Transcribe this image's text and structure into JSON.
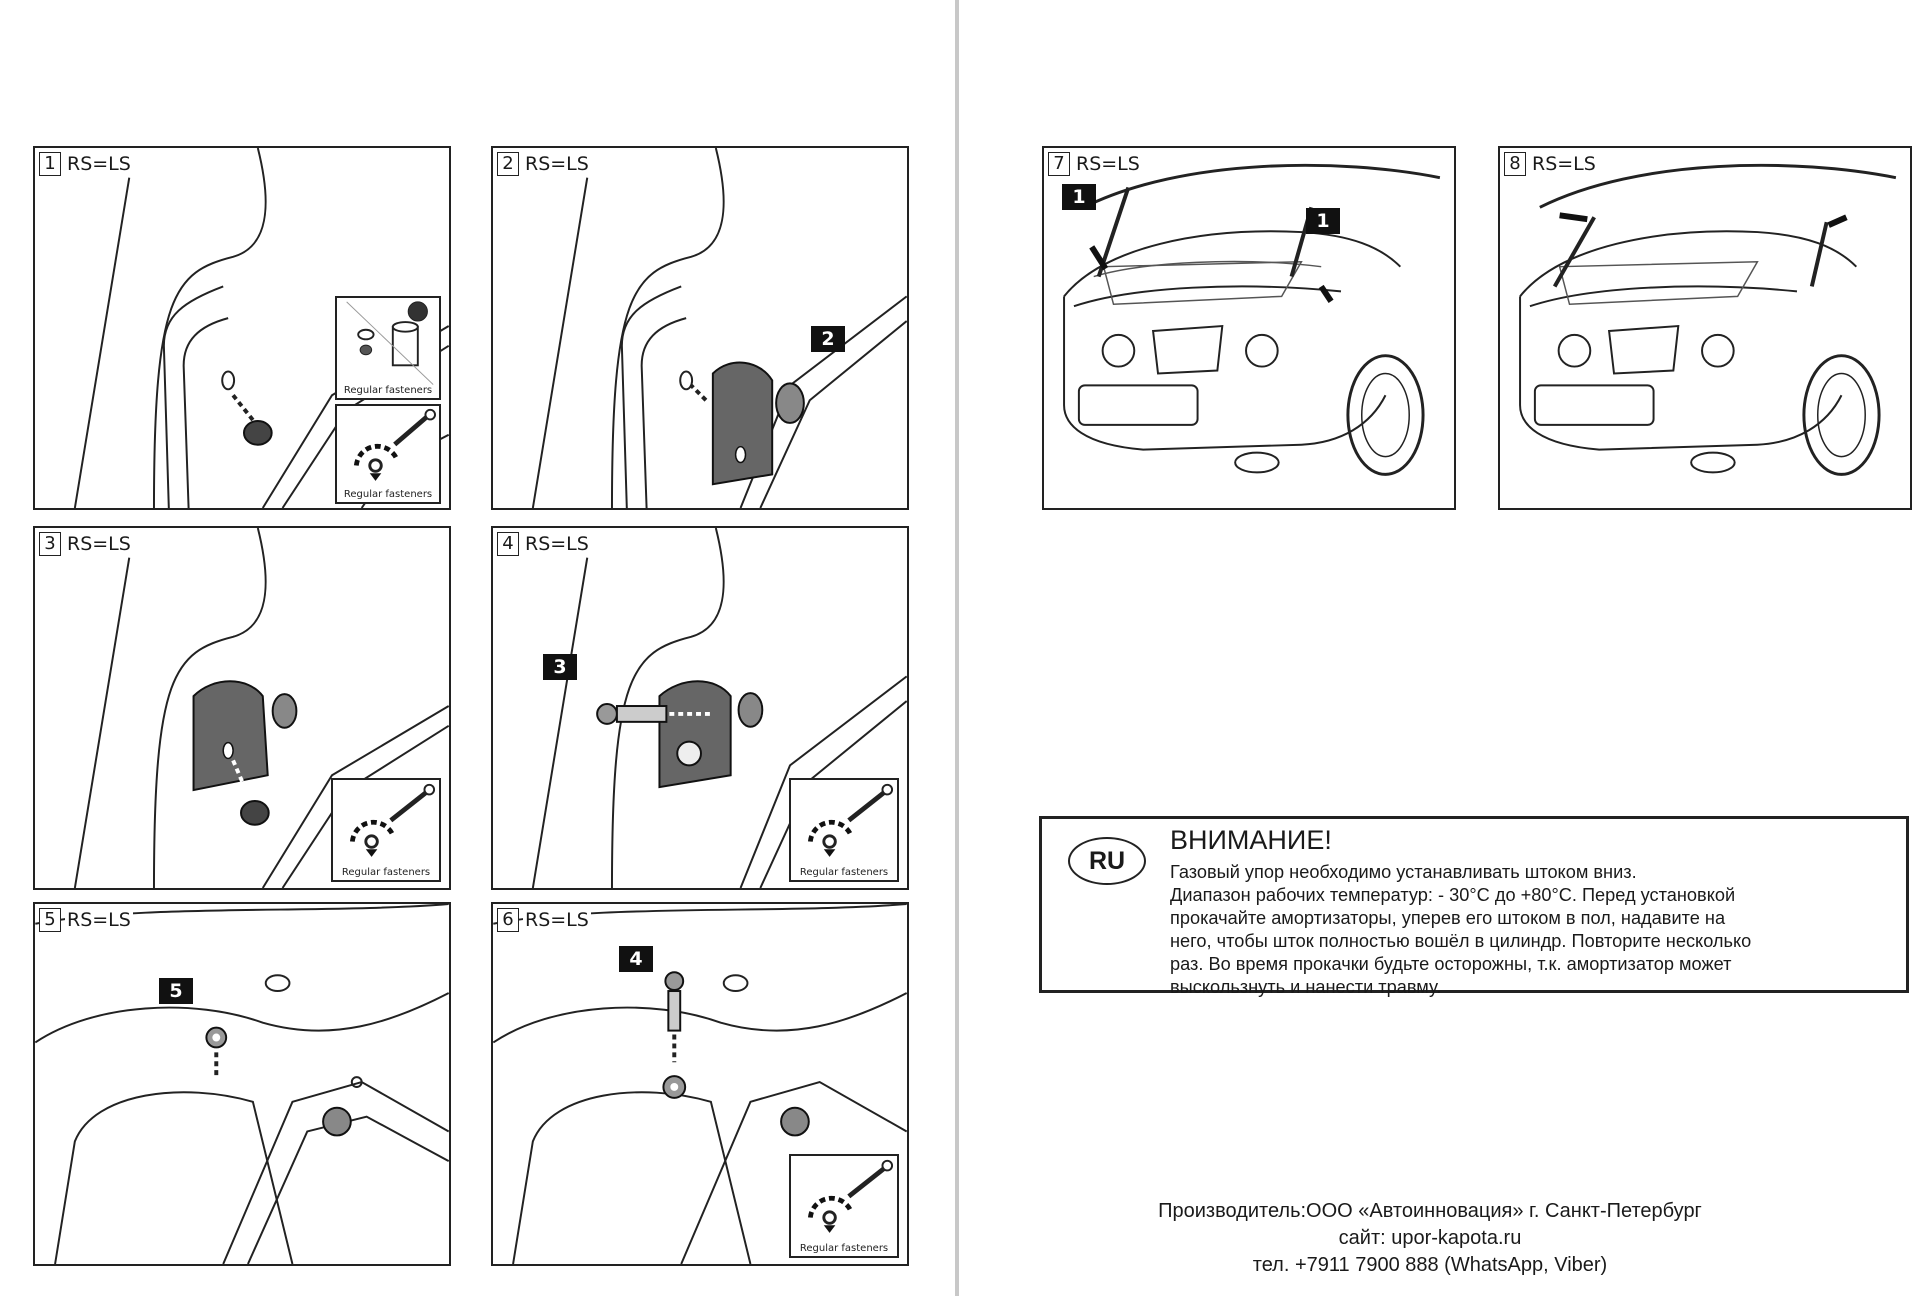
{
  "steps": [
    {
      "num": "1",
      "rs": "RS=LS",
      "insets": [
        "Regular fasteners",
        "Regular fasteners"
      ]
    },
    {
      "num": "2",
      "rs": "RS=LS",
      "callout": "2"
    },
    {
      "num": "3",
      "rs": "RS=LS",
      "insets": [
        "Regular fasteners"
      ]
    },
    {
      "num": "4",
      "rs": "RS=LS",
      "callout": "3",
      "insets": [
        "Regular fasteners"
      ]
    },
    {
      "num": "5",
      "rs": "RS=LS",
      "callout": "5"
    },
    {
      "num": "6",
      "rs": "RS=LS",
      "callout": "4",
      "insets": [
        "Regular fasteners"
      ]
    },
    {
      "num": "7",
      "rs": "RS=LS",
      "callouts": [
        "1",
        "1"
      ]
    },
    {
      "num": "8",
      "rs": "RS=LS"
    }
  ],
  "warning": {
    "badge": "RU",
    "title": "ВНИМАНИЕ!",
    "lines": [
      "Газовый упор необходимо устанавливать штоком вниз.",
      "Диапазон рабочих температур: - 30°С до +80°С. Перед установкой",
      "прокачайте амортизаторы, уперев его штоком в пол,   надавите на",
      "него, чтобы шток полностью вошёл в цилиндр. Повторите несколько",
      "раз. Во время прокачки будьте осторожны, т.к. амортизатор может",
      "выскользнуть и нанести травму."
    ]
  },
  "footer": {
    "line1": "Производитель:ООО «Автоинновация» г. Санкт-Петербург",
    "line2": "сайт: upor-kapota.ru",
    "line3": "тел. +7911 7900 888 (WhatsApp, Viber)"
  },
  "icons": {
    "rotate": "rotate-arrow-icon",
    "wrench": "wrench-icon",
    "clip": "clip-icon",
    "car": "car-icon"
  }
}
